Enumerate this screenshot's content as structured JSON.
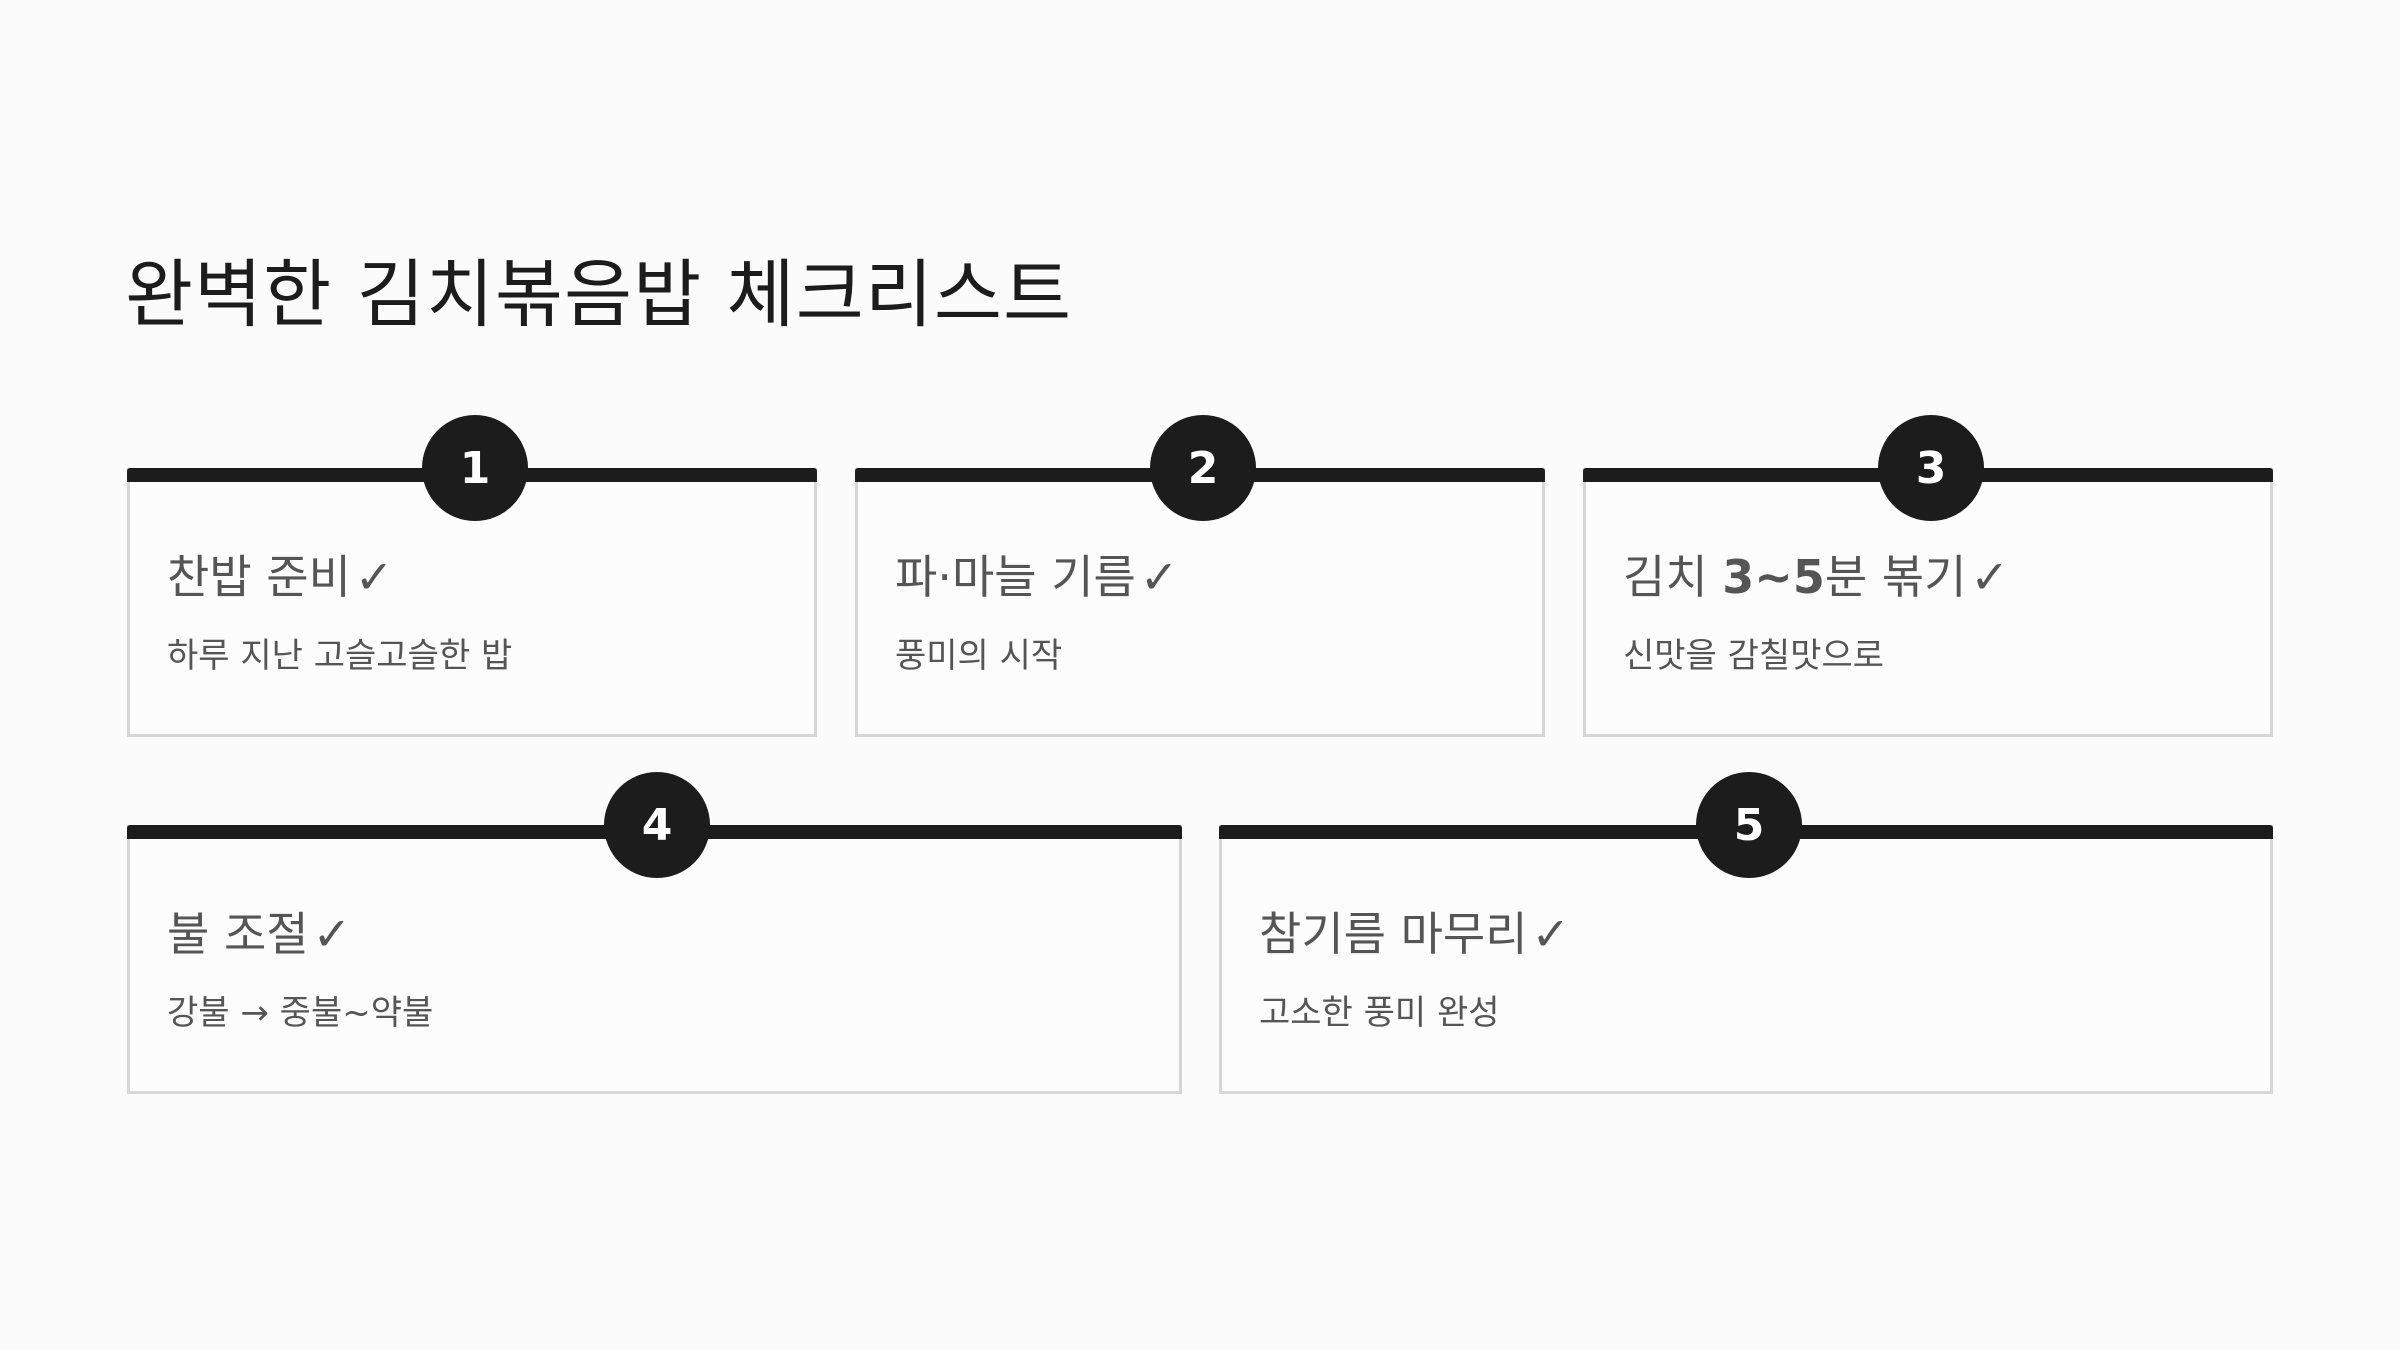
{
  "title": "완벽한 김치볶음밥 체크리스트",
  "check_symbol": "✓",
  "steps": [
    {
      "number": "1",
      "title": "찬밥 준비",
      "description": "하루 지난 고슬고슬한 밥"
    },
    {
      "number": "2",
      "title": "파·마늘 기름",
      "description": "풍미의 시작"
    },
    {
      "number": "3",
      "title_prefix": "김치 ",
      "title_strong": "3~5",
      "title_suffix": "분 볶기",
      "description": "신맛을 감칠맛으로"
    },
    {
      "number": "4",
      "title": "불 조절",
      "description": "강불 → 중불~약불"
    },
    {
      "number": "5",
      "title": "참기름 마무리",
      "description": "고소한 풍미 완성"
    }
  ],
  "colors": {
    "background": "#fbfbfb",
    "accent": "#1c1c1c",
    "text_muted": "#555555",
    "card_border": "#d6d6d6"
  }
}
